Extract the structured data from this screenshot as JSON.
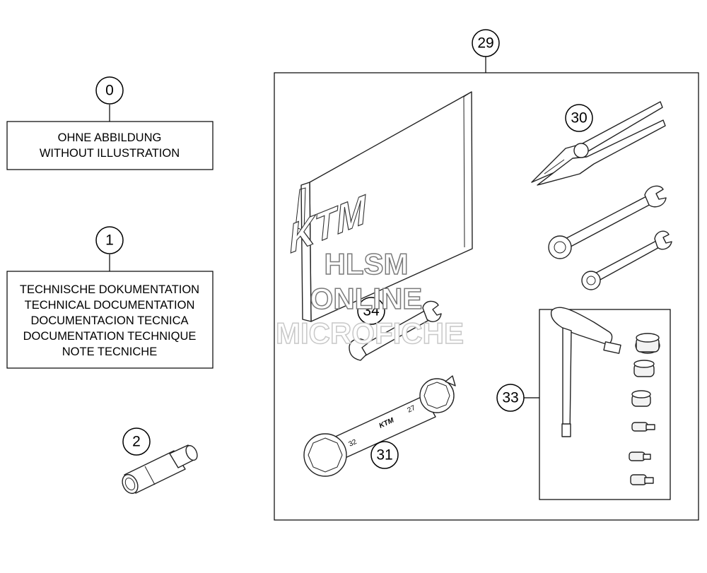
{
  "callouts": {
    "c0": "0",
    "c1": "1",
    "c2": "2",
    "c29": "29",
    "c30": "30",
    "c31": "31",
    "c33": "33",
    "c34": "34"
  },
  "boxes": {
    "box0": [
      "OHNE ABBILDUNG",
      "WITHOUT ILLUSTRATION"
    ],
    "box1": [
      "TECHNISCHE DOKUMENTATION",
      "TECHNICAL DOCUMENTATION",
      "DOCUMENTACION TECNICA",
      "DOCUMENTATION TECHNIQUE",
      "NOTE TECNICHE"
    ]
  },
  "parts": {
    "pouch_logo": "KTM",
    "wrench31_mark_32": "32",
    "wrench31_mark_27": "27",
    "wrench31_logo": "KTM"
  },
  "watermark": [
    "HLSM",
    "ONLINE",
    "MICROFICHE"
  ]
}
